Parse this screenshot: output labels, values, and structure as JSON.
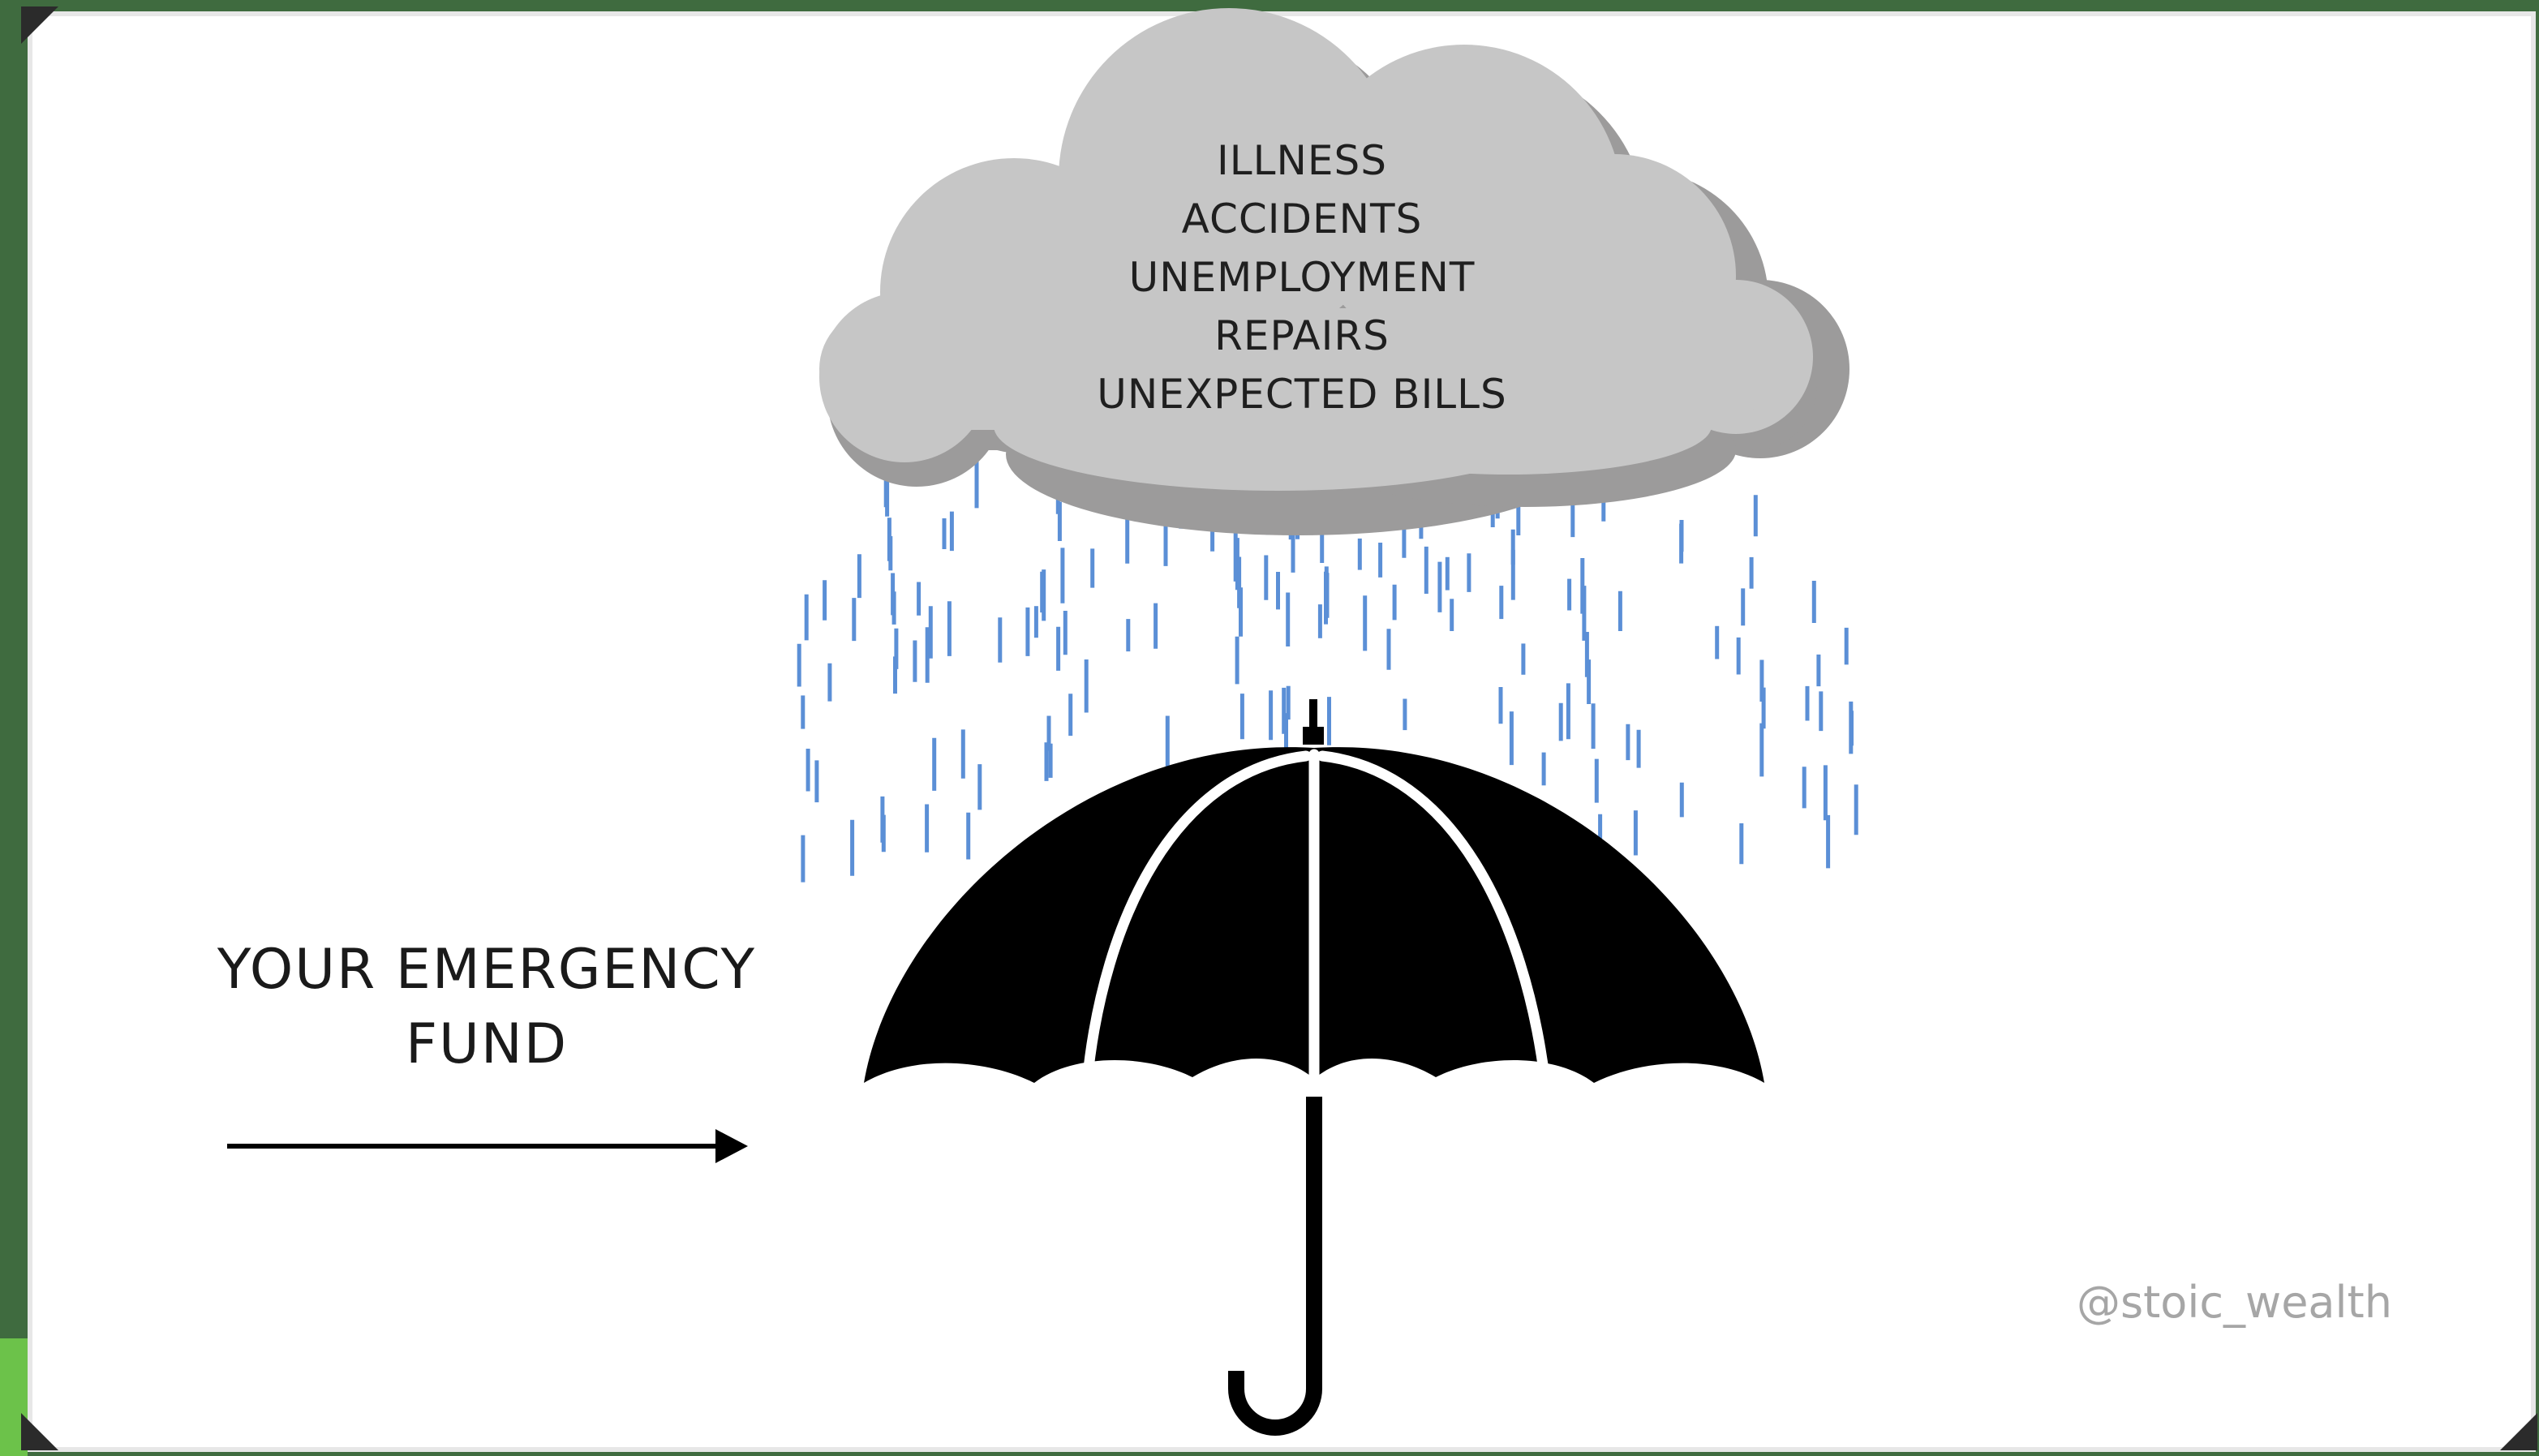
{
  "cloud": {
    "items": [
      "ILLNESS",
      "ACCIDENTS",
      "UNEMPLOYMENT",
      "REPAIRS",
      "UNEXPECTED BILLS"
    ]
  },
  "fund_label": {
    "line1": "YOUR EMERGENCY",
    "line2": "FUND"
  },
  "watermark": "@stoic_wealth",
  "icons": {
    "cloud": "storm-cloud-icon",
    "rain": "raindrops-icon",
    "umbrella": "umbrella-icon",
    "arrow": "arrow-right-icon"
  },
  "colors": {
    "cloud_fill": "#c6c6c6",
    "cloud_shade": "#9c9b9b",
    "rain": "#5b8fd6",
    "umbrella": "#000000",
    "frame": "#3f6b3f",
    "text": "#1a1a1a"
  }
}
